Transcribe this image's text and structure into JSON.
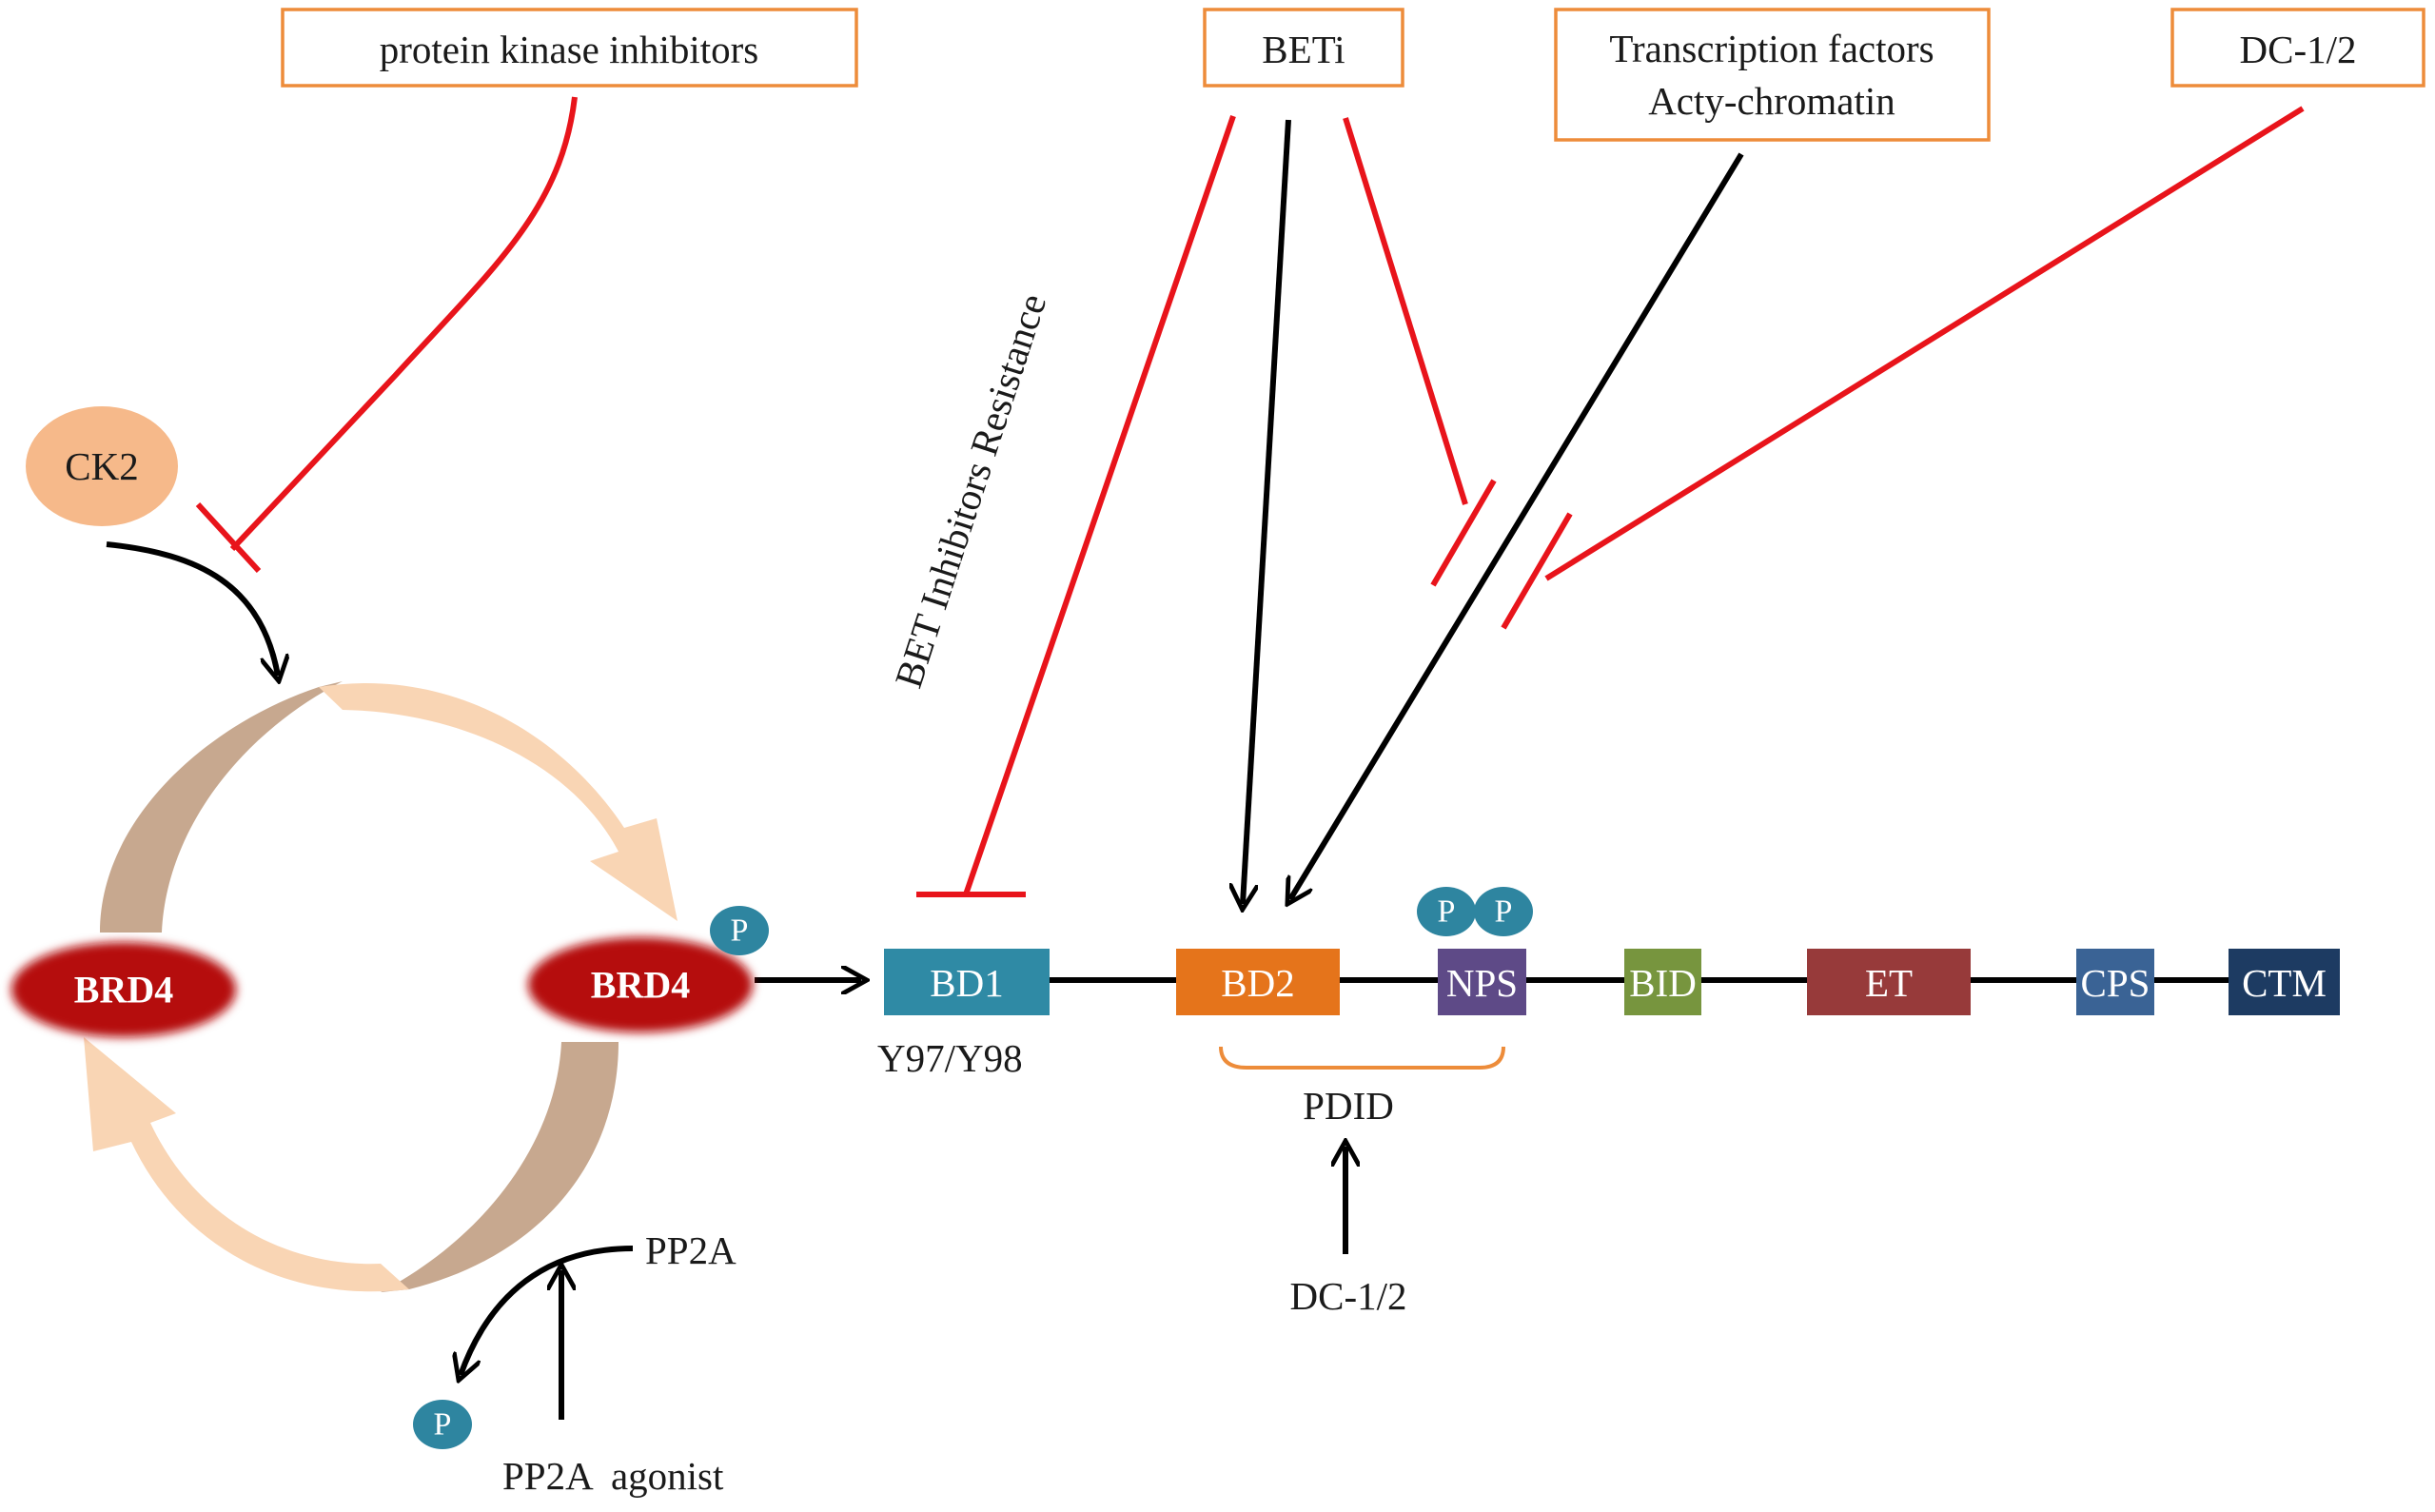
{
  "top_boxes": {
    "pki": "protein kinase inhibitors",
    "beti": "BETi",
    "tf_line1": "Transcription factors",
    "tf_line2": "Acty-chromatin",
    "dc": "DC-1/2"
  },
  "ck2": "CK2",
  "brd4_left": "BRD4",
  "brd4_right": "BRD4",
  "phospho": "P",
  "resistance_label": "BET Inhibitors Resistance",
  "domains": [
    {
      "label": "BD1",
      "color": "#2f8aa5"
    },
    {
      "label": "BD2",
      "color": "#e5741b"
    },
    {
      "label": "NPS",
      "color": "#5e4a87"
    },
    {
      "label": "BID",
      "color": "#77953e"
    },
    {
      "label": "ET",
      "color": "#973a3a"
    },
    {
      "label": "CPS",
      "color": "#3a6395"
    },
    {
      "label": "CTM",
      "color": "#1d3b62"
    }
  ],
  "y97": "Y97/Y98",
  "pdid": "PDID",
  "dc_bottom": "DC-1/2",
  "pp2a": "PP2A",
  "pp2a_agonist": "PP2A  agonist",
  "colors": {
    "box_border": "#ed8c3a",
    "inhibition": "#e8141b",
    "activation": "#000000",
    "brd4": "#b5100f",
    "ck2": "#f6b98a",
    "phospho": "#2e85a0",
    "cycle_dark": "#c7a88f",
    "cycle_light": "#f9d5b4"
  }
}
